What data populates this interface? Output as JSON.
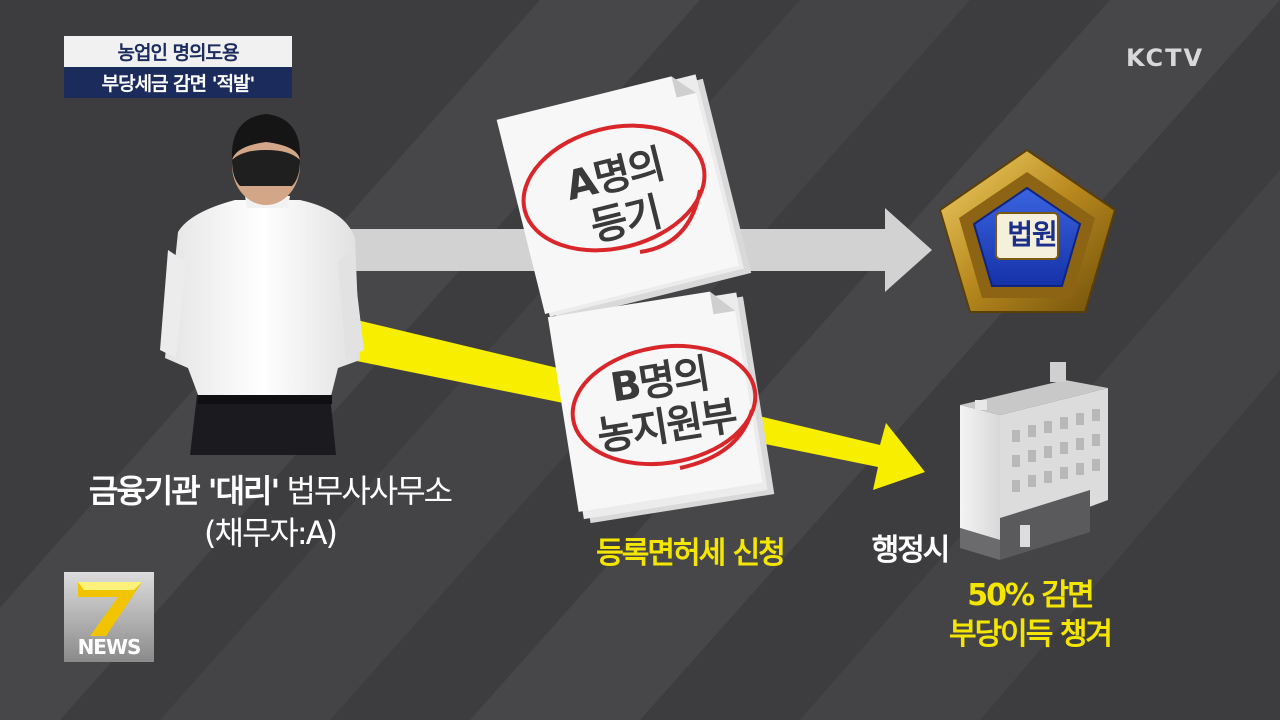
{
  "headline": {
    "top": "농업인 명의도용",
    "bottom": "부당세금 감면 '적발'"
  },
  "broadcaster": "KCTV",
  "person": {
    "caption_strong": "금융기관 '대리'",
    "caption_rest": " 법무사사무소",
    "caption_line2": "(채무자:A)"
  },
  "document_a": {
    "line1": "A명의",
    "line2": "등기"
  },
  "document_b": {
    "line1": "B명의",
    "line2": "농지원부"
  },
  "court": {
    "emblem_text": "법원"
  },
  "registration_label": "등록면허세 신청",
  "city_label": "행정시",
  "result": {
    "line1": "50% 감면",
    "line2": "부당이득 챙겨"
  },
  "news_logo": {
    "number": "7",
    "text": "NEWS"
  },
  "colors": {
    "background": "#3d3d3f",
    "stripe": "#47474a",
    "gray_arrow": "#d2d2d2",
    "yellow_arrow": "#f7ee00",
    "red_circle": "#d8262a",
    "headline_navy": "#1a2b5c",
    "label_yellow": "#f4e600"
  },
  "icons": [
    "person-back-view",
    "document-a",
    "document-b",
    "court-emblem-icon",
    "building-icon",
    "news-logo-icon"
  ]
}
